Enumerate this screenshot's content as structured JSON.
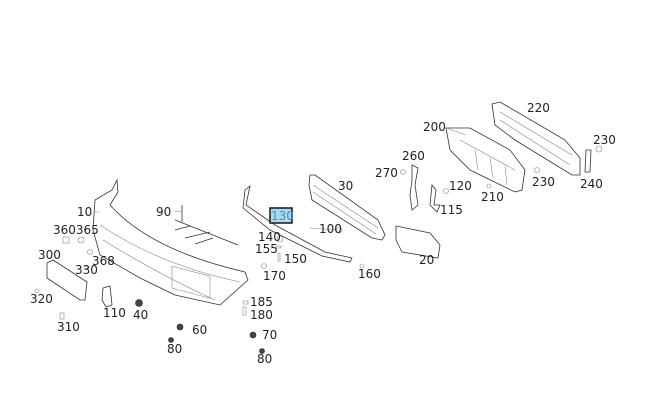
{
  "diagram": {
    "highlight_color": "#a9d8f0",
    "selected_part": "130",
    "labels": [
      {
        "id": "220",
        "text": "220"
      },
      {
        "id": "200",
        "text": "200"
      },
      {
        "id": "230a",
        "text": "230"
      },
      {
        "id": "260",
        "text": "260"
      },
      {
        "id": "270",
        "text": "270"
      },
      {
        "id": "30",
        "text": "30"
      },
      {
        "id": "120",
        "text": "120"
      },
      {
        "id": "230b",
        "text": "230"
      },
      {
        "id": "240",
        "text": "240"
      },
      {
        "id": "210",
        "text": "210"
      },
      {
        "id": "115",
        "text": "115"
      },
      {
        "id": "10",
        "text": "10"
      },
      {
        "id": "90",
        "text": "90"
      },
      {
        "id": "130",
        "text": "130"
      },
      {
        "id": "360365",
        "text": "360365"
      },
      {
        "id": "100",
        "text": "100"
      },
      {
        "id": "140",
        "text": "140"
      },
      {
        "id": "300",
        "text": "300"
      },
      {
        "id": "155",
        "text": "155"
      },
      {
        "id": "150",
        "text": "150"
      },
      {
        "id": "20",
        "text": "20"
      },
      {
        "id": "368",
        "text": "368"
      },
      {
        "id": "160",
        "text": "160"
      },
      {
        "id": "330",
        "text": "330"
      },
      {
        "id": "170",
        "text": "170"
      },
      {
        "id": "320",
        "text": "320"
      },
      {
        "id": "185",
        "text": "185"
      },
      {
        "id": "110",
        "text": "110"
      },
      {
        "id": "40",
        "text": "40"
      },
      {
        "id": "180",
        "text": "180"
      },
      {
        "id": "310",
        "text": "310"
      },
      {
        "id": "60",
        "text": "60"
      },
      {
        "id": "70",
        "text": "70"
      },
      {
        "id": "80a",
        "text": "80"
      },
      {
        "id": "80b",
        "text": "80"
      }
    ]
  }
}
